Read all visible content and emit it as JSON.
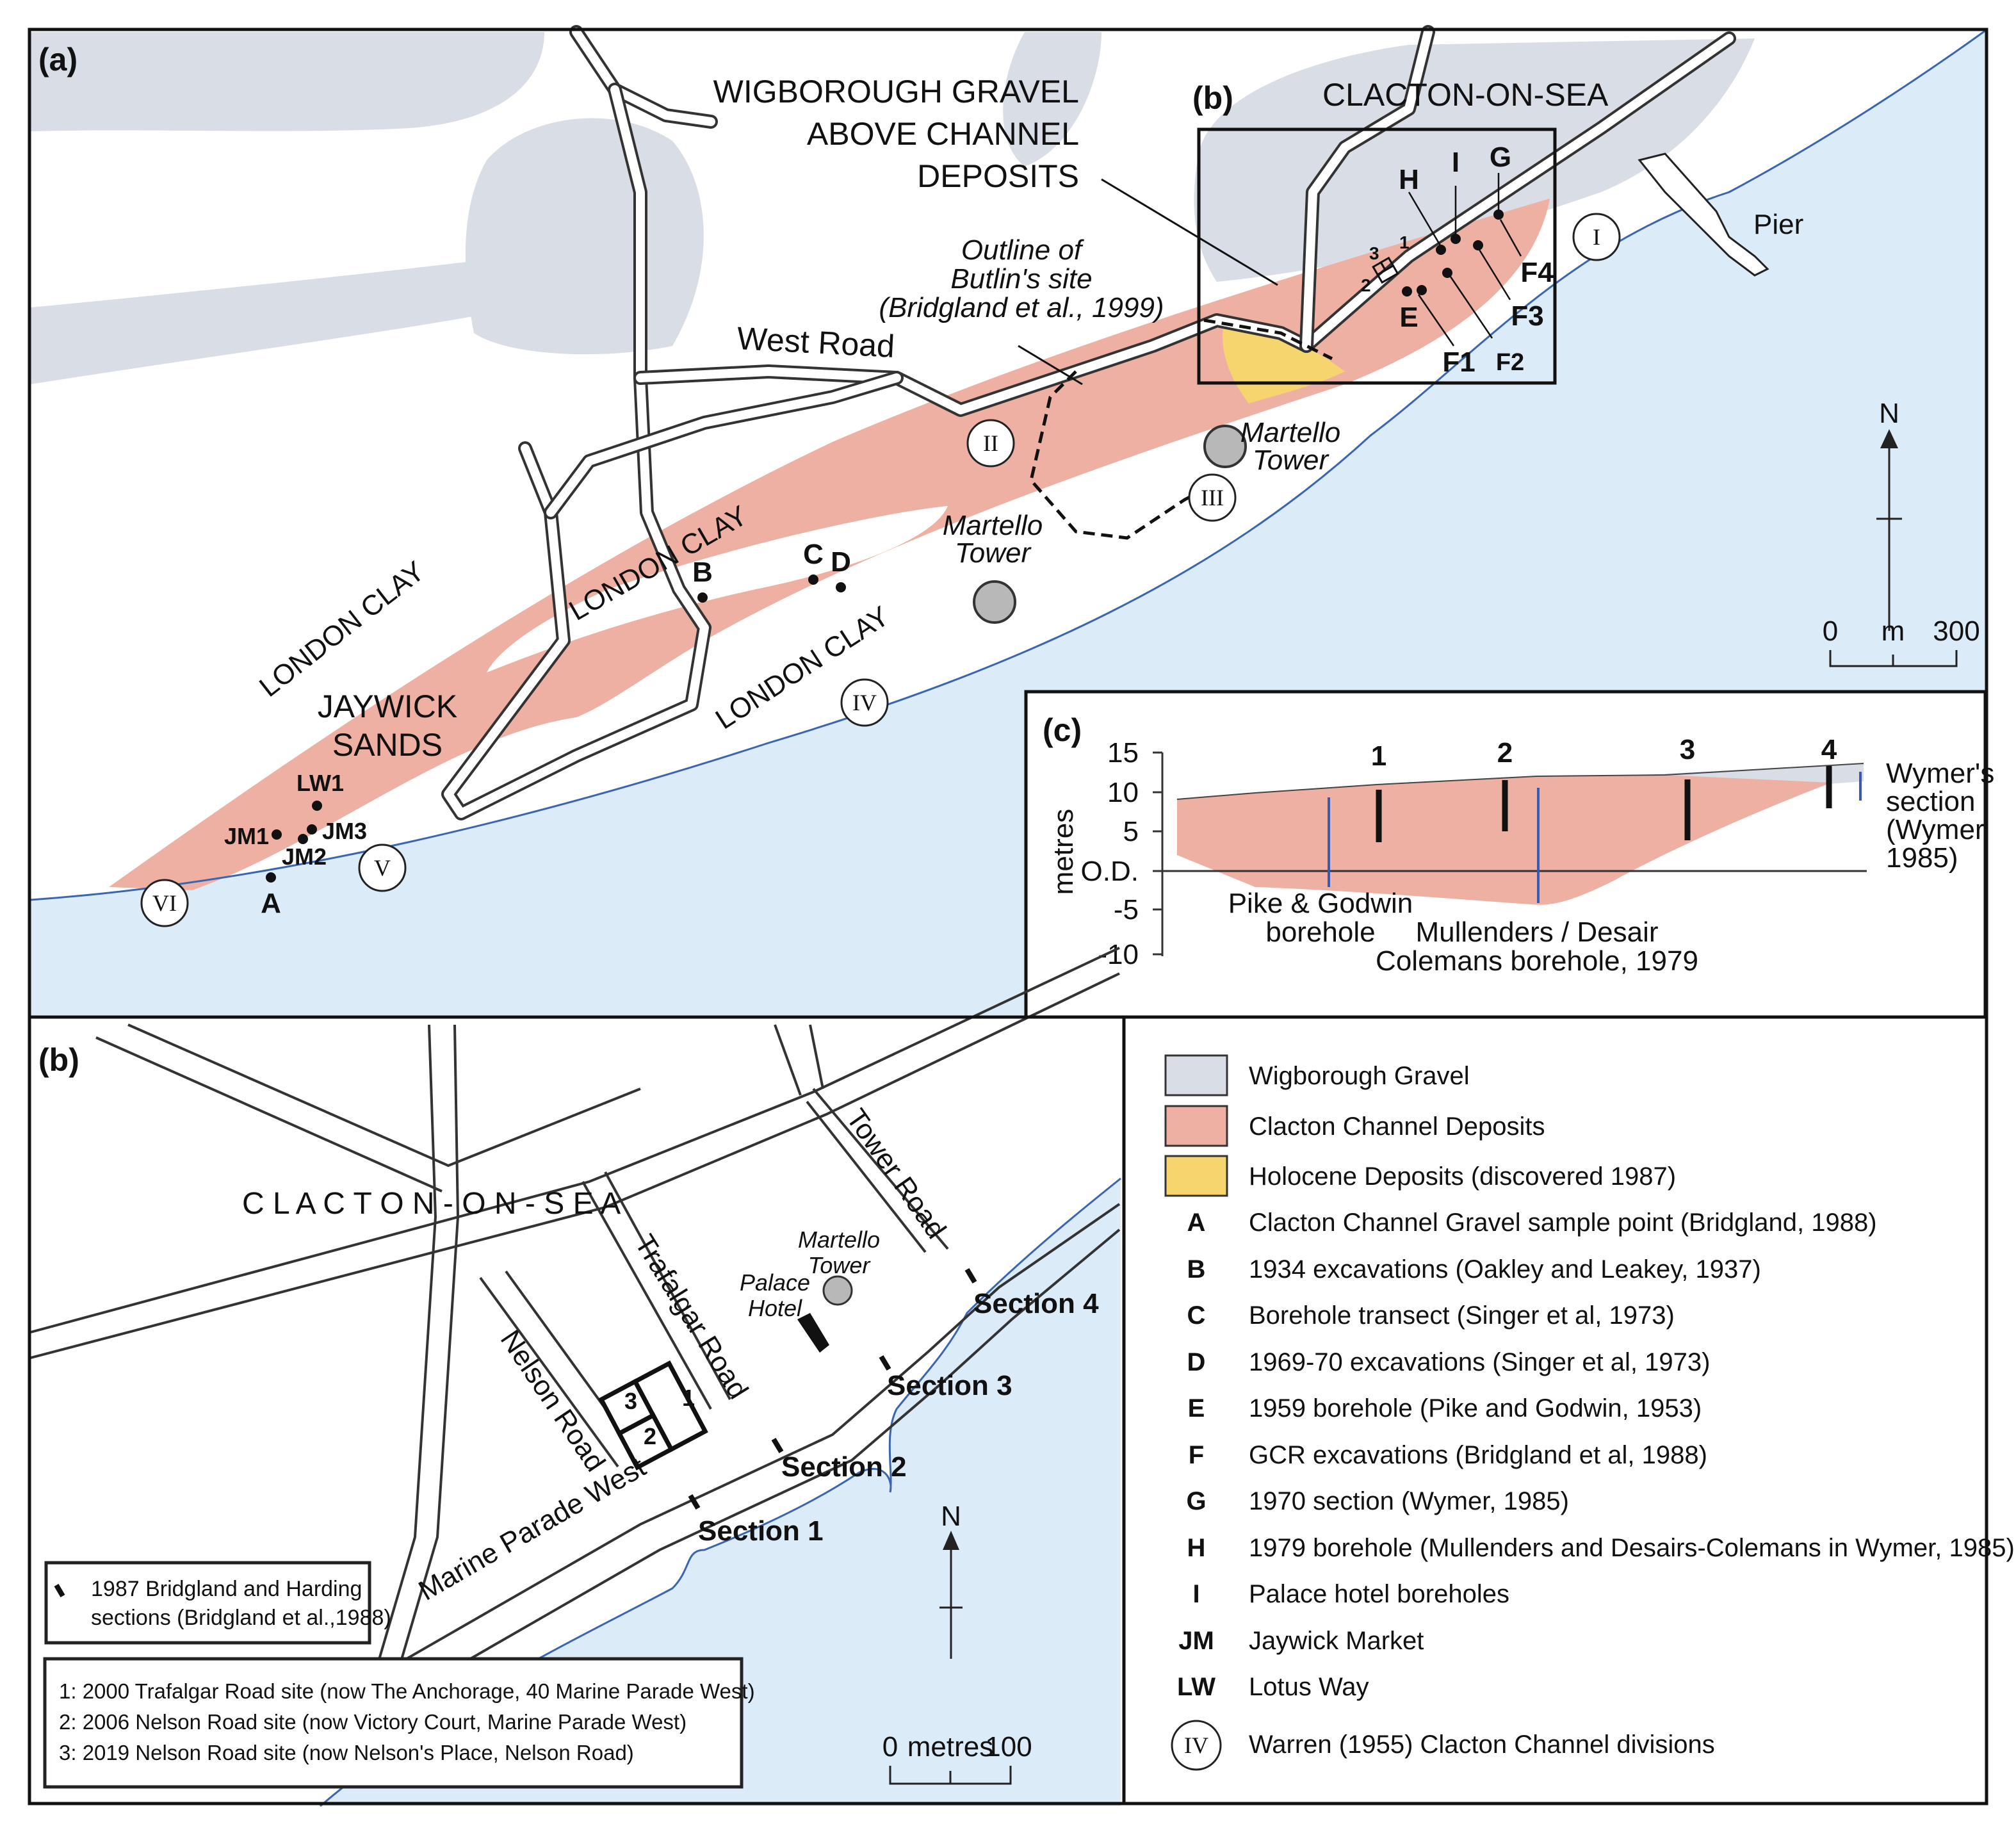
{
  "panel_a": {
    "label": "(a)",
    "town": "CLACTON-ON-SEA",
    "inset_label": "(b)",
    "wigborough_note": [
      "WIGBOROUGH GRAVEL",
      "ABOVE CHANNEL",
      "DEPOSITS"
    ],
    "butlins_note": [
      "Outline of",
      "Butlin's site",
      "(Bridgland et al., 1999)"
    ],
    "west_road": "West Road",
    "pier": "Pier",
    "london_clay": "LONDON CLAY",
    "jaywick": [
      "JAYWICK",
      "SANDS"
    ],
    "martello": [
      "Martello",
      "Tower"
    ],
    "north": "N",
    "scale": {
      "min": "0",
      "unit": "m",
      "max": "300"
    },
    "points": {
      "A": "A",
      "B": "B",
      "C": "C",
      "D": "D",
      "E": "E",
      "G": "G",
      "H": "H",
      "I": "I",
      "F1": "F1",
      "F2": "F2",
      "F3": "F3",
      "F4": "F4",
      "LW1": "LW1",
      "JM1": "JM1",
      "JM2": "JM2",
      "JM3": "JM3",
      "site1": "1",
      "site2": "2",
      "site3": "3"
    },
    "divisions": [
      "I",
      "II",
      "III",
      "IV",
      "V",
      "VI"
    ]
  },
  "panel_c": {
    "label": "(c)",
    "ylabel": "metres",
    "yticks": [
      "15",
      "10",
      "5",
      "O.D.",
      "-5",
      "-10"
    ],
    "section_numbers": [
      "1",
      "2",
      "3",
      "4"
    ],
    "wymer": [
      "Wymer's",
      "section",
      "(Wymer,",
      "1985)"
    ],
    "pike": [
      "Pike & Godwin",
      "borehole"
    ],
    "mullenders": [
      "Mullenders / Desair",
      "Colemans borehole, 1979"
    ]
  },
  "panel_b": {
    "label": "(b)",
    "town": "C L A C T O N - O N - S E A",
    "roads": {
      "tower": "Tower Road",
      "trafalgar": "Trafalgar Road",
      "nelson": "Nelson Road",
      "marine": "Marine Parade West"
    },
    "martello": [
      "Martello",
      "Tower"
    ],
    "palace": [
      "Palace",
      "Hotel"
    ],
    "sections": [
      "Section 1",
      "Section 2",
      "Section 3",
      "Section 4"
    ],
    "plots": [
      "3",
      "2",
      "1"
    ],
    "north": "N",
    "scale": {
      "min": "0",
      "unit": "metres",
      "max": "100"
    },
    "key_box": [
      "1987 Bridgland and Harding",
      "sections (Bridgland et al.,1988)"
    ],
    "sites": [
      "1: 2000 Trafalgar Road site (now The Anchorage, 40 Marine Parade West)",
      "2: 2006 Nelson Road site (now Victory Court, Marine Parade West)",
      "3: 2019 Nelson Road site (now Nelson's Place, Nelson Road)"
    ]
  },
  "legend": {
    "swatches": [
      {
        "text": "Wigborough Gravel",
        "color": "#d9dde6"
      },
      {
        "text": "Clacton Channel Deposits",
        "color": "#eeb0a2"
      },
      {
        "text": "Holocene Deposits (discovered 1987)",
        "color": "#f7d56e"
      }
    ],
    "items": [
      {
        "key": "A",
        "text": "Clacton Channel Gravel sample point (Bridgland, 1988)"
      },
      {
        "key": "B",
        "text": "1934 excavations (Oakley and Leakey, 1937)"
      },
      {
        "key": "C",
        "text": "Borehole transect (Singer et al, 1973)"
      },
      {
        "key": "D",
        "text": "1969-70 excavations (Singer et al, 1973)"
      },
      {
        "key": "E",
        "text": "1959 borehole (Pike and Godwin, 1953)"
      },
      {
        "key": "F",
        "text": "GCR excavations (Bridgland et al, 1988)"
      },
      {
        "key": "G",
        "text": "1970 section (Wymer, 1985)"
      },
      {
        "key": "H",
        "text": "1979 borehole (Mullenders and Desairs-Colemans in Wymer, 1985)"
      },
      {
        "key": "I",
        "text": "Palace hotel boreholes"
      },
      {
        "key": "JM",
        "text": "Jaywick Market"
      },
      {
        "key": "LW",
        "text": "Lotus Way"
      }
    ],
    "division": {
      "symbol": "IV",
      "text": "Warren (1955) Clacton Channel divisions"
    }
  },
  "colors": {
    "sea": "#dcebf8",
    "gravel": "#d9dde6",
    "channel": "#eeb0a2",
    "holocene": "#f7d56e",
    "coast": "#3a66b0"
  }
}
